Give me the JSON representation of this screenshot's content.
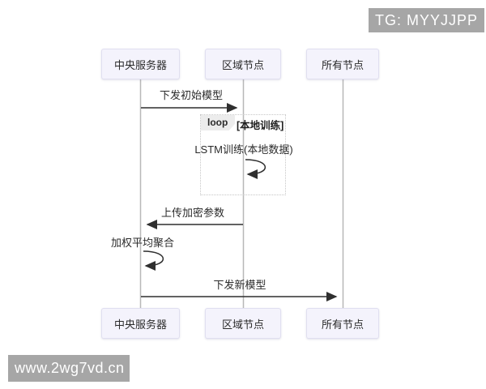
{
  "watermarks": {
    "top_right": "TG: MYYJJPP",
    "bottom_left": "www.2wg7vd.cn"
  },
  "diagram": {
    "type": "sequence-diagram",
    "actors": [
      {
        "label": "中央服务器"
      },
      {
        "label": "区域节点"
      },
      {
        "label": "所有节点"
      }
    ],
    "loop": {
      "tag": "loop",
      "title": "[本地训练]"
    },
    "messages": [
      {
        "label": "下发初始模型",
        "from": "中央服务器",
        "to": "区域节点"
      },
      {
        "label": "LSTM训练(本地数据)",
        "from": "区域节点",
        "to": "区域节点"
      },
      {
        "label": "上传加密参数",
        "from": "区域节点",
        "to": "中央服务器"
      },
      {
        "label": "加权平均聚合",
        "from": "中央服务器",
        "to": "中央服务器"
      },
      {
        "label": "下发新模型",
        "from": "中央服务器",
        "to": "所有节点"
      }
    ],
    "colors": {
      "actor_fill": "#f4f3fc",
      "actor_border": "#e0dff0",
      "lifeline": "#b8b8b8",
      "arrow": "#2f2f2f",
      "loop_border": "#c6c6c6",
      "loop_tag_fill": "#ececec",
      "watermark_bg": "#a6a6a6",
      "watermark_text": "#ffffff",
      "text": "#2b2b2b"
    }
  }
}
